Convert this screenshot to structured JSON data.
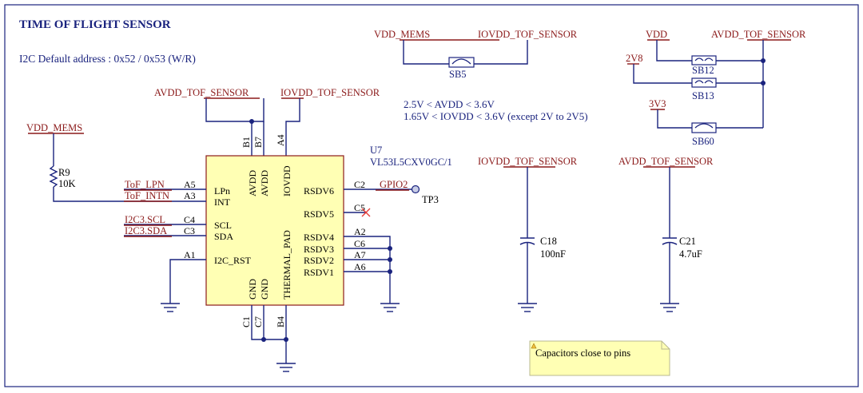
{
  "title": "TIME OF FLIGHT SENSOR",
  "subtitle": "I2C Default address : 0x52 / 0x53 (W/R)",
  "chip": {
    "ref": "U7",
    "part": "VL53L5CXV0GC/1",
    "left_pins": [
      {
        "net": "ToF_LPN",
        "num": "A5",
        "name": "LPn"
      },
      {
        "net": "ToF_INTN",
        "num": "A3",
        "name": "INT"
      },
      {
        "net": "I2C3.SCL",
        "num": "C4",
        "name": "SCL"
      },
      {
        "net": "I2C3.SDA",
        "num": "C3",
        "name": "SDA"
      },
      {
        "net": "",
        "num": "A1",
        "name": "I2C_RST"
      }
    ],
    "top_pins": [
      {
        "num": "B1",
        "name": "AVDD"
      },
      {
        "num": "B7",
        "name": "AVDD"
      },
      {
        "num": "A4",
        "name": "IOVDD"
      }
    ],
    "bottom_pins": [
      {
        "num": "C1",
        "name": "GND"
      },
      {
        "num": "C7",
        "name": "GND"
      },
      {
        "num": "B4",
        "name": "THERMAL_PAD"
      }
    ],
    "right_pins": [
      {
        "num": "C2",
        "name": "RSDV6"
      },
      {
        "num": "C5",
        "name": "RSDV5"
      },
      {
        "num": "A2",
        "name": "RSDV4"
      },
      {
        "num": "C6",
        "name": "RSDV3"
      },
      {
        "num": "A7",
        "name": "RSDV2"
      },
      {
        "num": "A6",
        "name": "RSDV1"
      }
    ]
  },
  "nets": {
    "vdd_mems": "VDD_MEMS",
    "avdd_tof": "AVDD_TOF_SENSOR",
    "iovdd_tof": "IOVDD_TOF_SENSOR",
    "vdd": "VDD",
    "v2v8": "2V8",
    "v3v3": "3V3",
    "gpio2": "GPIO2"
  },
  "resistor": {
    "ref": "R9",
    "value": "10K"
  },
  "testpoint": {
    "ref": "TP3"
  },
  "solder_bridges": [
    "SB5",
    "SB12",
    "SB13",
    "SB60"
  ],
  "voltage_notes": [
    "2.5V < AVDD < 3.6V",
    "1.65V < IOVDD < 3.6V  (except 2V to 2V5)"
  ],
  "capacitors": [
    {
      "ref": "C18",
      "value": "100nF"
    },
    {
      "ref": "C21",
      "value": "4.7uF"
    }
  ],
  "note": "Capacitors close to pins",
  "colors": {
    "wire": "#1a237e",
    "net_label": "#8b1a1a",
    "chip_fill": "#ffffb4",
    "chip_border": "#8b1a1a",
    "note_fill": "#ffffb4"
  }
}
